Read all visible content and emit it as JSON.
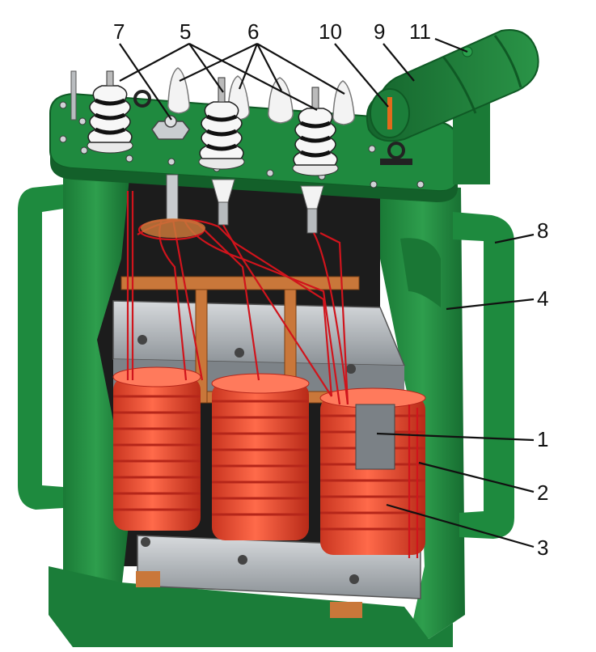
{
  "colors": {
    "tank": "#1f8a3f",
    "tank_dark": "#0f5a25",
    "tank_light": "#36a956",
    "winding": "#e8452a",
    "winding_light": "#ff7a5c",
    "wire": "#d0141c",
    "core": "#aeb3b8",
    "core_dark": "#6d7378",
    "bracket": "#c9773a",
    "insulator": "#f2f2f2",
    "label": "#111111"
  },
  "callouts": [
    {
      "id": "1",
      "text": "1"
    },
    {
      "id": "2",
      "text": "2"
    },
    {
      "id": "3",
      "text": "3"
    },
    {
      "id": "4",
      "text": "4"
    },
    {
      "id": "5",
      "text": "5"
    },
    {
      "id": "6",
      "text": "6"
    },
    {
      "id": "7",
      "text": "7"
    },
    {
      "id": "8",
      "text": "8"
    },
    {
      "id": "9",
      "text": "9"
    },
    {
      "id": "10",
      "text": "10"
    },
    {
      "id": "11",
      "text": "11"
    }
  ]
}
